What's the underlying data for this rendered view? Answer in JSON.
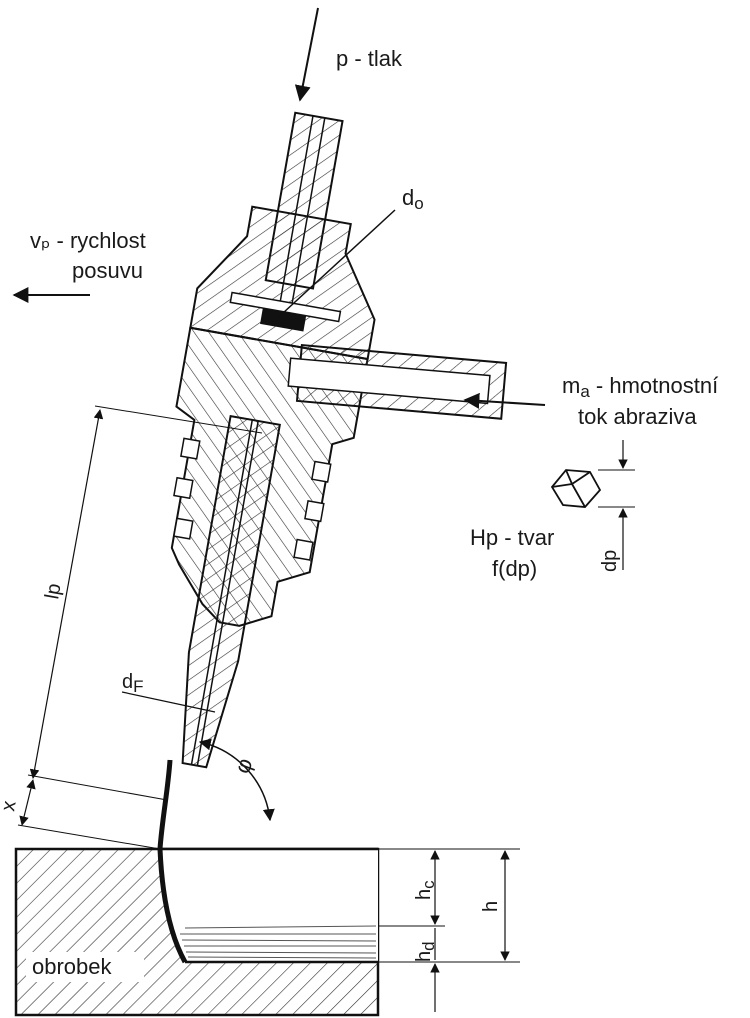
{
  "diagram": {
    "pressure": {
      "symbol": "p",
      "text": "p - tlak"
    },
    "feed_speed": {
      "line1": "vₚ - rychlost",
      "line2": "posuvu"
    },
    "orifice_diameter": "d",
    "orifice_diameter_sub": "o",
    "abrasive_mass_flow": {
      "symbol": "m",
      "sub": "a",
      "line1_rest": " - hmotnostní",
      "line2": "tok abraziva"
    },
    "particle_shape": {
      "line1": "Hp - tvar",
      "line2": "f(dp)"
    },
    "particle_size": "dp",
    "focusing_tube_length": "lp",
    "focusing_tube_diameter": "d",
    "focusing_tube_diameter_sub": "F",
    "standoff_distance": "x",
    "impact_angle": "φ",
    "workpiece": "obrobek",
    "cut_depth_total": "h",
    "cut_depth_c": "h",
    "cut_depth_c_sub": "c",
    "cut_depth_d": "h",
    "cut_depth_d_sub": "d"
  }
}
